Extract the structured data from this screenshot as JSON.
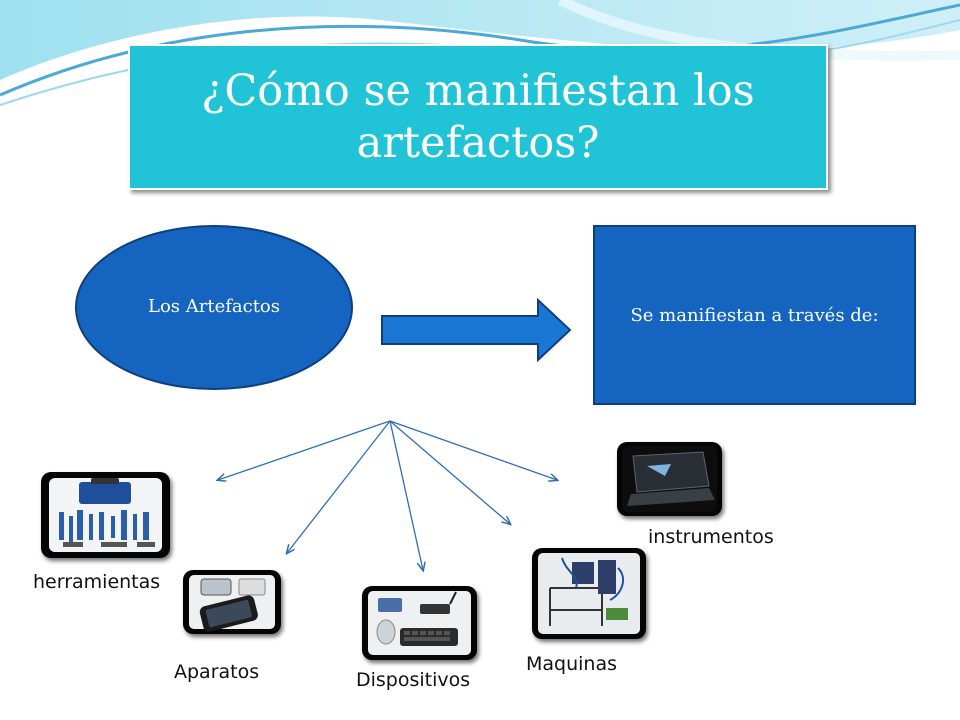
{
  "title": "¿Cómo se manifiestan los artefactos?",
  "left_node": "Los Artefactos",
  "right_node": "Se manifiestan a través de:",
  "categories": {
    "herramientas": "herramientas",
    "aparatos": "Aparatos",
    "dispositivos": "Dispositivos",
    "maquinas": "Maquinas",
    "instrumentos": "instrumentos"
  },
  "colors": {
    "title_bg": "#20c4d6",
    "node_fill": "#1565c0",
    "arrow_fill": "#1976d2",
    "connector": "#2f6eb5"
  },
  "icons": [
    "toolbox-icon",
    "phone-icon",
    "router-keyboard-icon",
    "machine-icon",
    "laptop-icon"
  ]
}
